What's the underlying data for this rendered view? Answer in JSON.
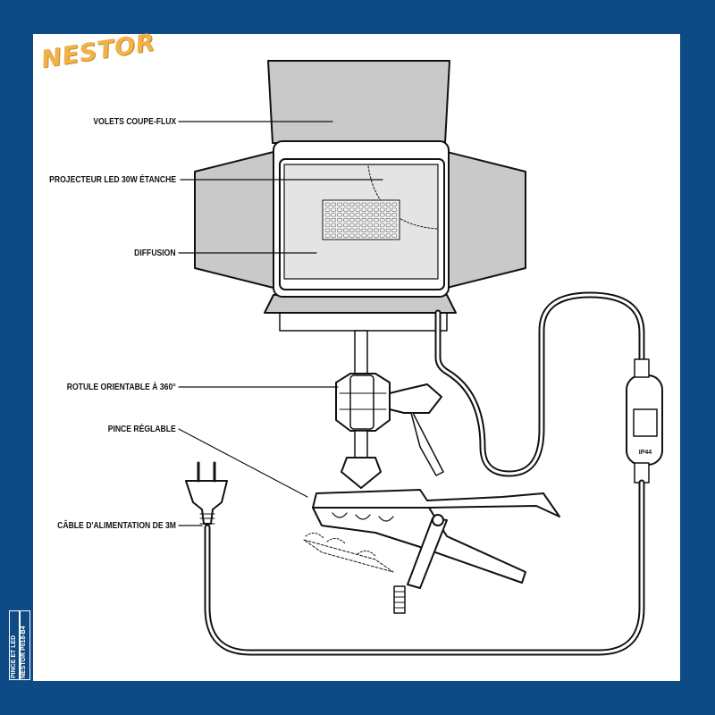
{
  "brand": "NESTOR",
  "labels": {
    "barn_doors": "VOLETS COUPE-FLUX",
    "projector": "PROJECTEUR LED 30W ÉTANCHE",
    "diffusion": "DIFFUSION",
    "ball_joint": "ROTULE ORIENTABLE À 360°",
    "clamp": "PINCE RÉGLABLE",
    "cable": "CÂBLE D'ALIMENTATION DE 3M"
  },
  "ip_rating": "IP44",
  "side_tag": {
    "line1": "PINCE ET LED",
    "line2": "NESTOR P018-B4"
  },
  "colors": {
    "background": "#0d4a86",
    "panel": "#ffffff",
    "brand": "#f2b24a",
    "barn_doors": "#c9c9c9",
    "diffusion": "#e4e4e4"
  }
}
